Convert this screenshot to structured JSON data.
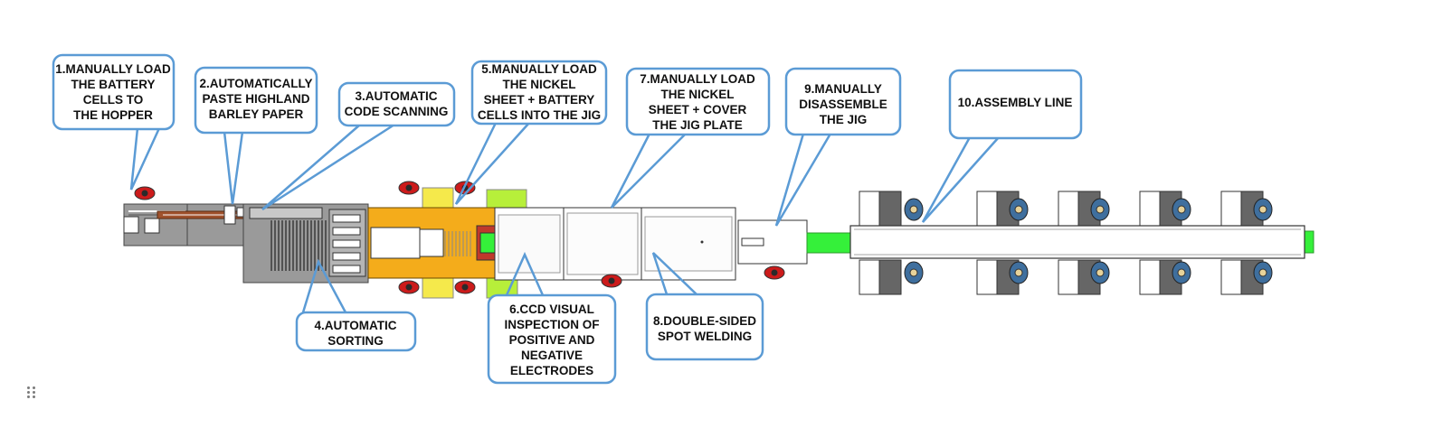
{
  "colors": {
    "callout_border": "#5b9bd5",
    "machine_gray": "#8a8a8a",
    "fixture_orange": "#f4ac1b",
    "fixture_yellow": "#f5e94b",
    "conveyor_green": "#35f03a",
    "operator_red": "#cc1b1b",
    "worker_blue": "#3f6f9e"
  },
  "callouts": [
    {
      "id": "1",
      "lines": [
        "1.MANUALLY LOAD",
        "THE BATTERY",
        "CELLS TO",
        "THE HOPPER"
      ]
    },
    {
      "id": "2",
      "lines": [
        "2.AUTOMATICALLY",
        "PASTE HIGHLAND",
        "BARLEY PAPER"
      ]
    },
    {
      "id": "3",
      "lines": [
        "3.AUTOMATIC",
        "CODE SCANNING"
      ]
    },
    {
      "id": "4",
      "lines": [
        "4.AUTOMATIC",
        "SORTING"
      ]
    },
    {
      "id": "5",
      "lines": [
        "5.MANUALLY LOAD",
        "THE NICKEL",
        "SHEET + BATTERY",
        "CELLS INTO THE JIG"
      ]
    },
    {
      "id": "6",
      "lines": [
        "6.CCD VISUAL",
        "INSPECTION OF",
        "POSITIVE AND",
        "NEGATIVE",
        "ELECTRODES"
      ]
    },
    {
      "id": "7",
      "lines": [
        "7.MANUALLY LOAD",
        "THE NICKEL",
        "SHEET + COVER",
        "THE JIG PLATE"
      ]
    },
    {
      "id": "8",
      "lines": [
        "8.DOUBLE-SIDED",
        "SPOT WELDING"
      ]
    },
    {
      "id": "9",
      "lines": [
        "9.MANUALLY",
        "DISASSEMBLE",
        "THE JIG"
      ]
    },
    {
      "id": "10",
      "lines": [
        "10.ASSEMBLY LINE"
      ]
    }
  ],
  "handle_icon": "drag-handle-icon"
}
